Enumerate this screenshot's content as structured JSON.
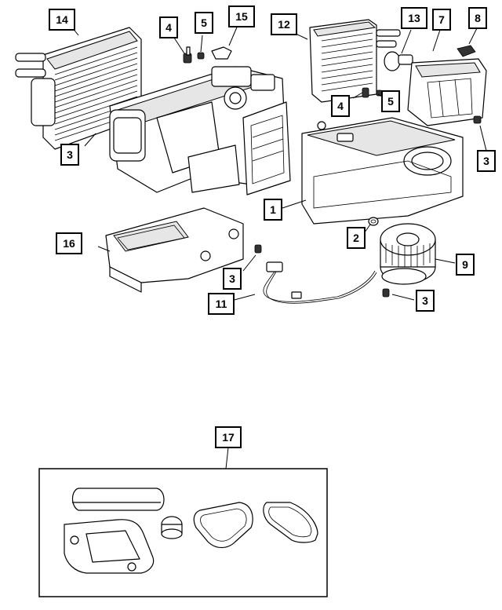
{
  "callouts": {
    "c1": "1",
    "c2": "2",
    "c3a": "3",
    "c3b": "3",
    "c3c": "3",
    "c3d": "3",
    "c4a": "4",
    "c4b": "4",
    "c5a": "5",
    "c5b": "5",
    "c7": "7",
    "c8": "8",
    "c9": "9",
    "c11": "11",
    "c12": "12",
    "c13": "13",
    "c14": "14",
    "c15": "15",
    "c16": "16",
    "c17": "17"
  }
}
